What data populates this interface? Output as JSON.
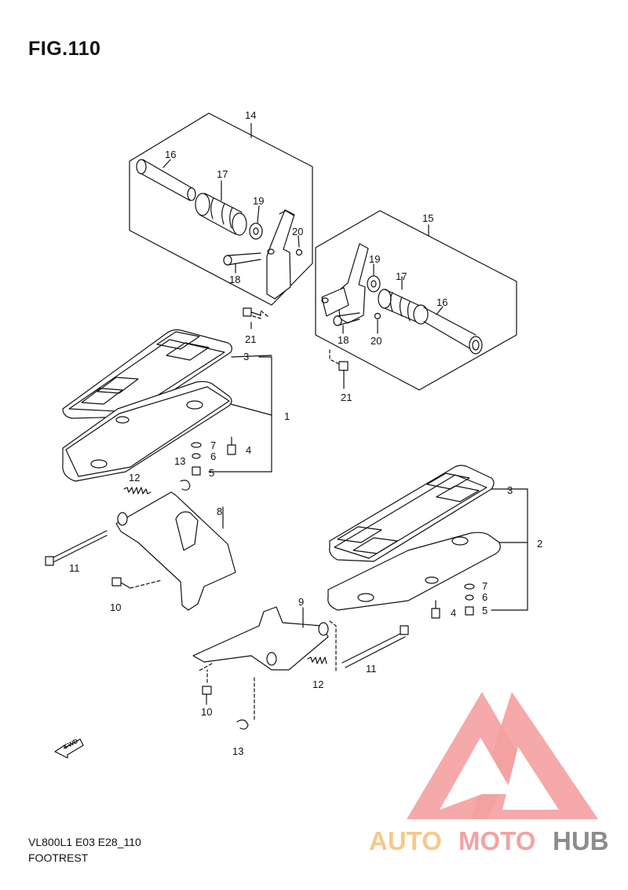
{
  "figure": {
    "title": "FIG.110",
    "model_code": "VL800L1 E03 E28_110",
    "section": "FOOTREST"
  },
  "callouts": {
    "c1": "1",
    "c2": "2",
    "c3a": "3",
    "c3b": "3",
    "c4a": "4",
    "c4b": "4",
    "c5a": "5",
    "c5b": "5",
    "c6a": "6",
    "c6b": "6",
    "c7a": "7",
    "c7b": "7",
    "c8": "8",
    "c9": "9",
    "c10a": "10",
    "c10b": "10",
    "c11a": "11",
    "c11b": "11",
    "c12a": "12",
    "c12b": "12",
    "c13a": "13",
    "c13b": "13",
    "c14": "14",
    "c15": "15",
    "c16a": "16",
    "c16b": "16",
    "c17a": "17",
    "c17b": "17",
    "c18a": "18",
    "c18b": "18",
    "c19a": "19",
    "c19b": "19",
    "c20a": "20",
    "c20b": "20",
    "c21a": "21",
    "c21b": "21"
  },
  "fwd_arrow": {
    "label": "FWD",
    "icon": "forward-arrow-icon"
  },
  "watermark": {
    "word_part1": "AUTO",
    "word_part2": "MOTO",
    "word_part3": "HUB",
    "colors": {
      "part1": "#f6c98a",
      "part2": "#f3a3a3",
      "part3": "#8c8c8c",
      "triangle": "#f4a0a0"
    }
  }
}
